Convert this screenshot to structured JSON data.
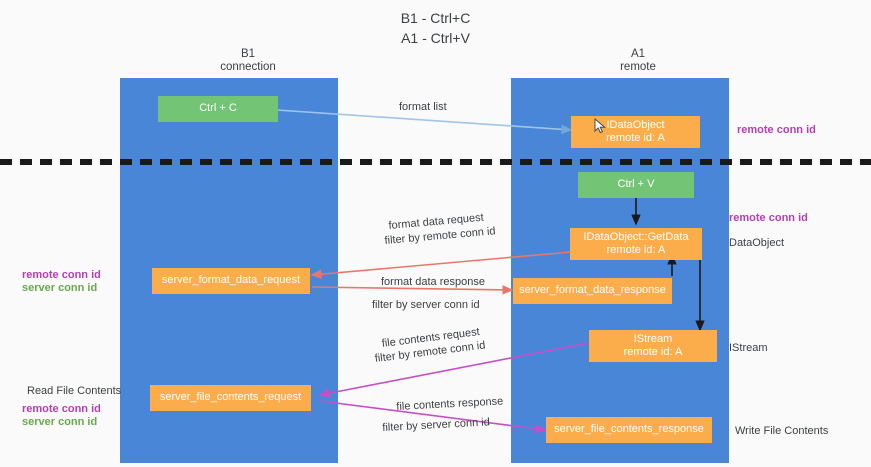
{
  "title": {
    "line1": "B1 - Ctrl+C",
    "line2": "A1 - Ctrl+V"
  },
  "columns": [
    {
      "name": "B1",
      "sub": "connection",
      "header": "B1\nconnection"
    },
    {
      "name": "A1",
      "sub": "remote",
      "header": "A1\nremote"
    }
  ],
  "nodes": {
    "ctrl_c": {
      "label": "Ctrl + C"
    },
    "idataobject_top": {
      "line1": "IDataObject",
      "line2": "remote id: A"
    },
    "ctrl_v": {
      "label": "Ctrl + V"
    },
    "getdata": {
      "line1": "IDataObject::GetData",
      "line2": "remote id: A"
    },
    "server_format_data_request": {
      "label": "server_format_data_request"
    },
    "server_format_data_response": {
      "label": "server_format_data_response"
    },
    "istream": {
      "line1": "IStream",
      "line2": "remote id: A"
    },
    "server_file_contents_request": {
      "label": "server_file_contents_request"
    },
    "server_file_contents_response": {
      "label": "server_file_contents_response"
    }
  },
  "edge_labels": {
    "format_list": "format list",
    "format_data_request": "format data request",
    "format_data_request_filter_prefix": "filter by ",
    "format_data_request_filter_key": "remote conn id",
    "format_data_response": "format data response",
    "format_data_response_filter_prefix": "filter by ",
    "format_data_response_filter_key": "server conn id",
    "file_contents_request": "file contents request",
    "file_contents_request_filter_prefix": "filter by ",
    "file_contents_request_filter_key": "remote conn id",
    "file_contents_response": "file contents response",
    "file_contents_response_filter_prefix": "filter by ",
    "file_contents_response_filter_key": "server conn id"
  },
  "side_labels": {
    "right_remote_conn_id_top": "remote conn id",
    "right_remote_conn_id_mid": "remote conn id",
    "right_dataobject": "DataObject",
    "right_istream": "IStream",
    "right_write_file_contents": "Write File Contents",
    "left_remote_conn_id_mid": "remote conn id",
    "left_server_conn_id_mid": "server conn id",
    "left_read_file_contents": "Read File Contents",
    "left_remote_conn_id_bottom": "remote conn id",
    "left_server_conn_id_bottom": "server conn id"
  },
  "colors": {
    "column_blue": "#4a86d8",
    "node_green": "#74c476",
    "node_orange": "#fbad4b",
    "accent_purple": "#b43fb4",
    "accent_green": "#6aa84f",
    "arrow_light_blue": "#9fc5e8",
    "arrow_red": "#e8776a",
    "arrow_magenta": "#c64fc6",
    "arrow_black": "#1a1a1a",
    "background": "#fafafa"
  }
}
